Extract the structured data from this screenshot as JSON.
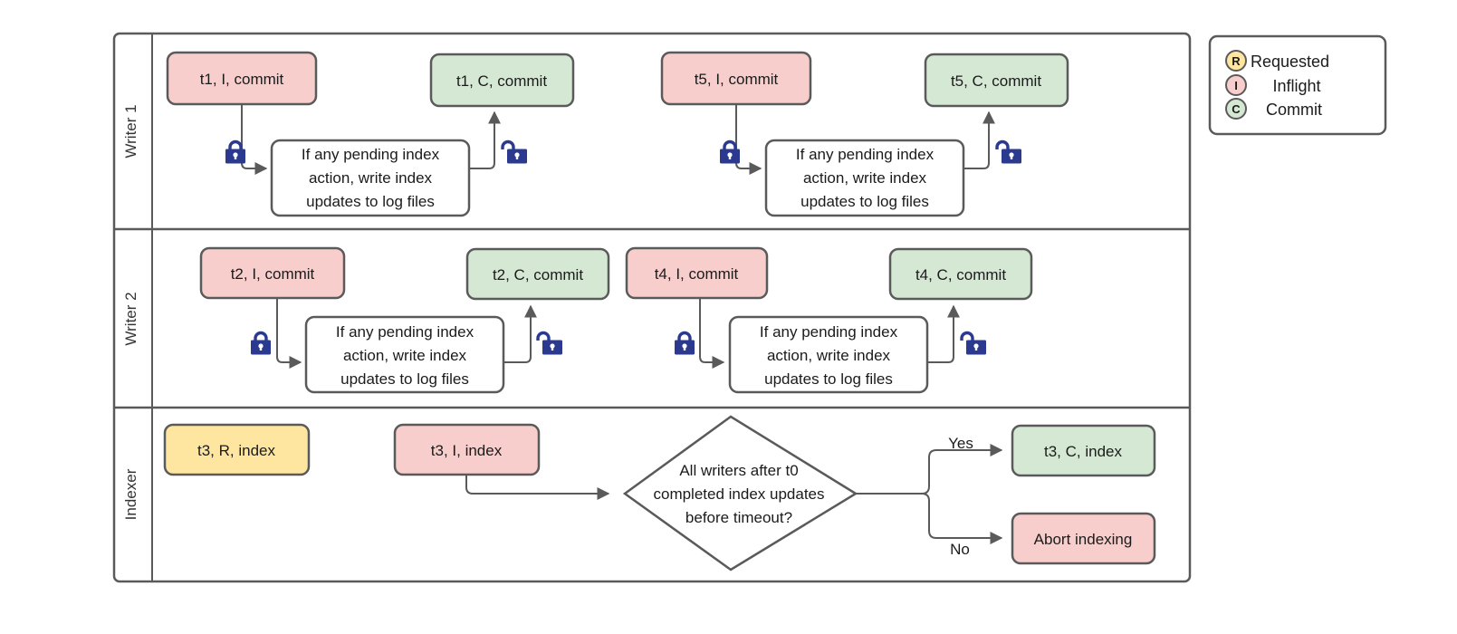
{
  "diagram": {
    "title": "Writer / Indexer swimlane flow",
    "colors": {
      "inflight_fill": "#f8cecc",
      "commit_fill": "#d5e8d4",
      "requested_fill": "#ffe6a0",
      "process_fill": "#ffffff",
      "stroke": "#5a5a5a",
      "lock_color": "#2b3a8f",
      "text": "#1b1b1b",
      "lane_stroke": "#5a5a5a"
    }
  },
  "lanes": [
    {
      "label": "Writer 1"
    },
    {
      "label": "Writer 2"
    },
    {
      "label": "Indexer"
    }
  ],
  "writer1": {
    "inflight_a": "t1, I, commit",
    "process_a": [
      "If any pending index",
      "action, write index",
      "updates to log files"
    ],
    "commit_a": "t1, C, commit",
    "inflight_b": "t5, I, commit",
    "process_b": [
      "If any pending index",
      "action, write index",
      "updates to log files"
    ],
    "commit_b": "t5, C, commit"
  },
  "writer2": {
    "inflight_a": "t2, I, commit",
    "process_a": [
      "If any pending index",
      "action, write index",
      "updates to log files"
    ],
    "commit_a": "t2, C, commit",
    "inflight_b": "t4, I, commit",
    "process_b": [
      "If any pending index",
      "action, write index",
      "updates to log files"
    ],
    "commit_b": "t4, C, commit"
  },
  "indexer": {
    "requested": "t3, R, index",
    "inflight": "t3, I, index",
    "decision": [
      "All writers after t0",
      "completed index updates",
      "before timeout?"
    ],
    "yes_label": "Yes",
    "no_label": "No",
    "commit": "t3, C, index",
    "abort": "Abort indexing"
  },
  "legend": {
    "items": [
      {
        "glyph": "R",
        "label": "Requested",
        "color": "#ffe6a0"
      },
      {
        "glyph": "I",
        "label": "Inflight",
        "color": "#f8cecc"
      },
      {
        "glyph": "C",
        "label": "Commit",
        "color": "#d5e8d4"
      }
    ]
  },
  "icons": {
    "lock_closed": "lock-closed-icon",
    "lock_open": "lock-open-icon"
  }
}
